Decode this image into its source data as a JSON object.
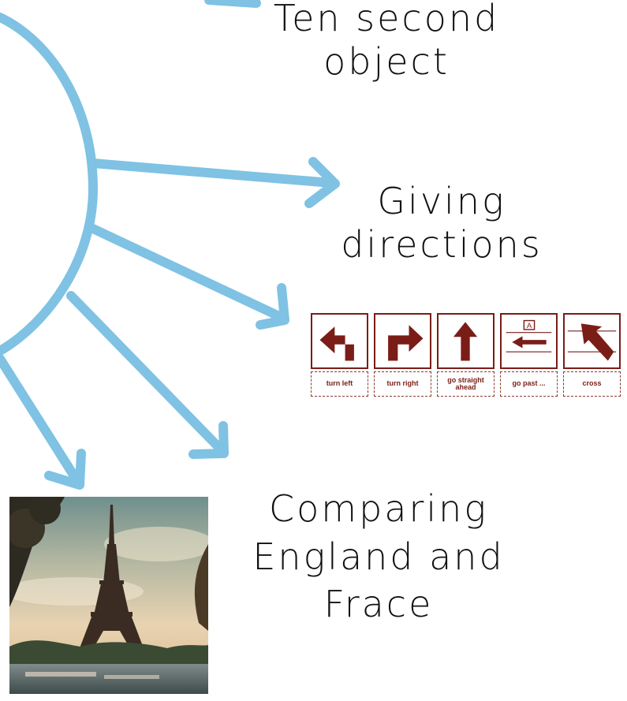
{
  "topics": {
    "ten_second": [
      "Ten second",
      "object"
    ],
    "directions": [
      "Giving",
      "directions"
    ],
    "comparing": [
      "Comparing",
      "England and",
      "Frace"
    ]
  },
  "direction_signs": [
    {
      "label": "turn left",
      "icon": "turn-left-arrow-icon"
    },
    {
      "label": "turn right",
      "icon": "turn-right-arrow-icon"
    },
    {
      "label": "go straight ahead",
      "icon": "straight-arrow-icon"
    },
    {
      "label": "go past ...",
      "icon": "go-past-icon"
    },
    {
      "label": "cross",
      "icon": "cross-road-icon"
    }
  ],
  "sign_letter": "A",
  "photo": {
    "subject": "eiffel-tower-photo"
  },
  "colors": {
    "connector": "#7fc2e3",
    "sign": "#7a1d17",
    "text": "#111111"
  }
}
